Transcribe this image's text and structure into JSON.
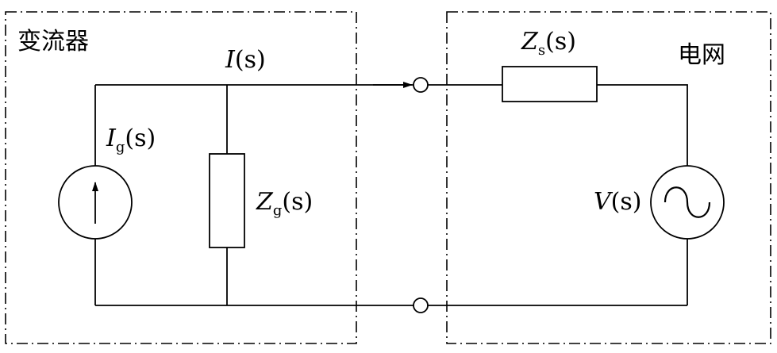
{
  "converter": {
    "title": "变流器"
  },
  "grid": {
    "title": "电网"
  },
  "labels": {
    "current_I": {
      "main": "I",
      "sub": "",
      "arg": "(s)"
    },
    "source_Ig": {
      "main": "I",
      "sub": "g",
      "arg": "(s)"
    },
    "impedance_Zg": {
      "main": "Z",
      "sub": "g",
      "arg": "(s)"
    },
    "impedance_Zs": {
      "main": "Z",
      "sub": "s",
      "arg": "(s)"
    },
    "voltage_V": {
      "main": "V",
      "sub": "",
      "arg": "(s)"
    }
  }
}
